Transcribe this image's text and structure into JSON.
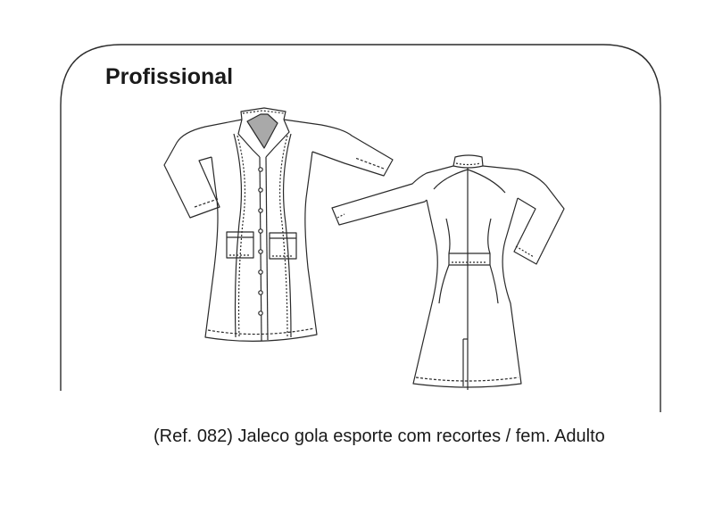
{
  "card": {
    "title": "Profissional",
    "caption": "(Ref. 082) Jaleco gola esporte com recortes / fem. Adulto"
  },
  "views": [
    "front-view",
    "back-view"
  ],
  "colors": {
    "line": "#2a2a2a",
    "collar_shade": "#a9a9a9",
    "background": "#ffffff",
    "outer": "#e9e9e9"
  }
}
